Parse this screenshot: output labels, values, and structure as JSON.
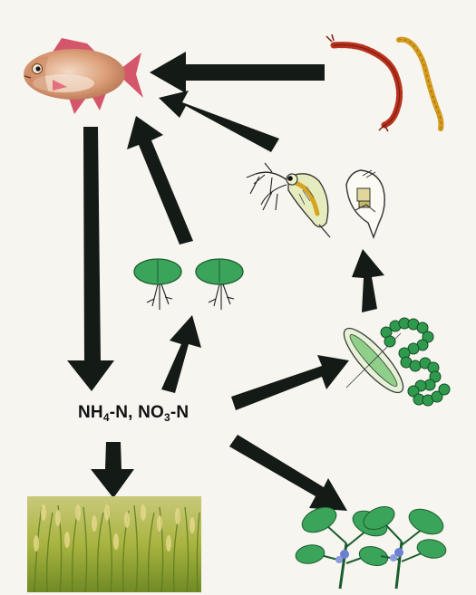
{
  "nutrient_label": {
    "part1": "NH",
    "sub1": "4",
    "part2": "-N, NO",
    "sub2": "3",
    "part3": "-N"
  },
  "colors": {
    "background": "#f7f5ef",
    "arrow": "#141a16",
    "fish_body": "#d9a07a",
    "fin": "#d4566a",
    "leaf": "#3aa55a",
    "algae": "#2f9a4e",
    "bloodworm": "#b8321e",
    "worm": "#d39a1c",
    "rice": "#9cab3c"
  },
  "nodes": [
    {
      "id": "fish-icon"
    },
    {
      "id": "bloodworm-icon"
    },
    {
      "id": "worm-icon"
    },
    {
      "id": "daphnia-icon"
    },
    {
      "id": "rotifer-icon"
    },
    {
      "id": "duckweed-icon"
    },
    {
      "id": "diatom-icon"
    },
    {
      "id": "algae-chain-icon"
    },
    {
      "id": "rice-field-image"
    },
    {
      "id": "water-plant-icon"
    }
  ]
}
